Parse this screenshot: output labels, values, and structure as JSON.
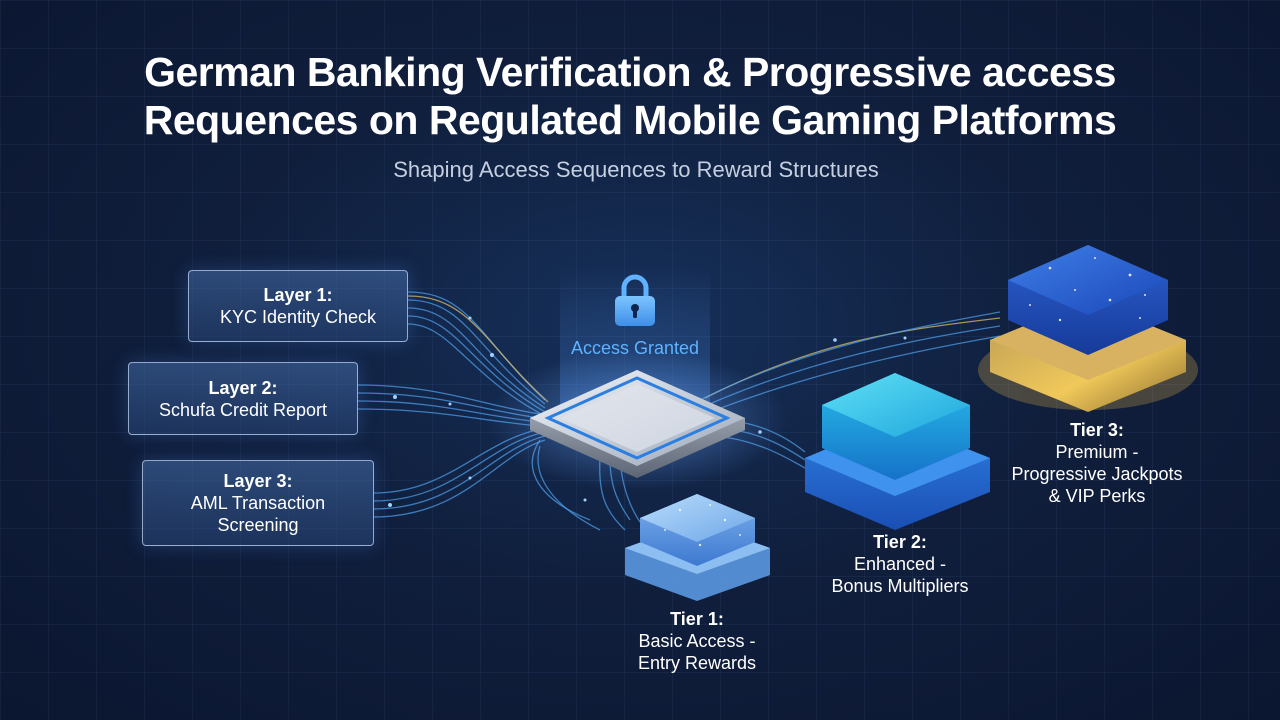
{
  "title": {
    "line1": "German Banking Verification & Progressive access",
    "line2": "Requences on Regulated Mobile Gaming Platforms"
  },
  "subtitle": "Shaping Access Sequences to Reward Structures",
  "layers": [
    {
      "title": "Layer 1:",
      "desc": "KYC Identity Check"
    },
    {
      "title": "Layer 2:",
      "desc": "Schufa Credit Report"
    },
    {
      "title": "Layer 3:",
      "desc": "AML Transaction Screening"
    }
  ],
  "hub": {
    "label": "Access Granted",
    "icon": "lock-icon"
  },
  "tiers": [
    {
      "title": "Tier 1:",
      "line1": "Basic Access -",
      "line2": "Entry Rewards"
    },
    {
      "title": "Tier 2:",
      "line1": "Enhanced -",
      "line2": "Bonus Multipliers"
    },
    {
      "title": "Tier 3:",
      "line1": "Premium -",
      "line2": "Progressive Jackpots",
      "line3": "& VIP Perks"
    }
  ],
  "colors": {
    "background": "#101f3d",
    "accent_blue": "#5fb2ff",
    "tier1": "#8ec4f5",
    "tier2": "#27c6ea",
    "tier3_top": "#2f66d8",
    "tier3_base": "#e7bd4e"
  }
}
